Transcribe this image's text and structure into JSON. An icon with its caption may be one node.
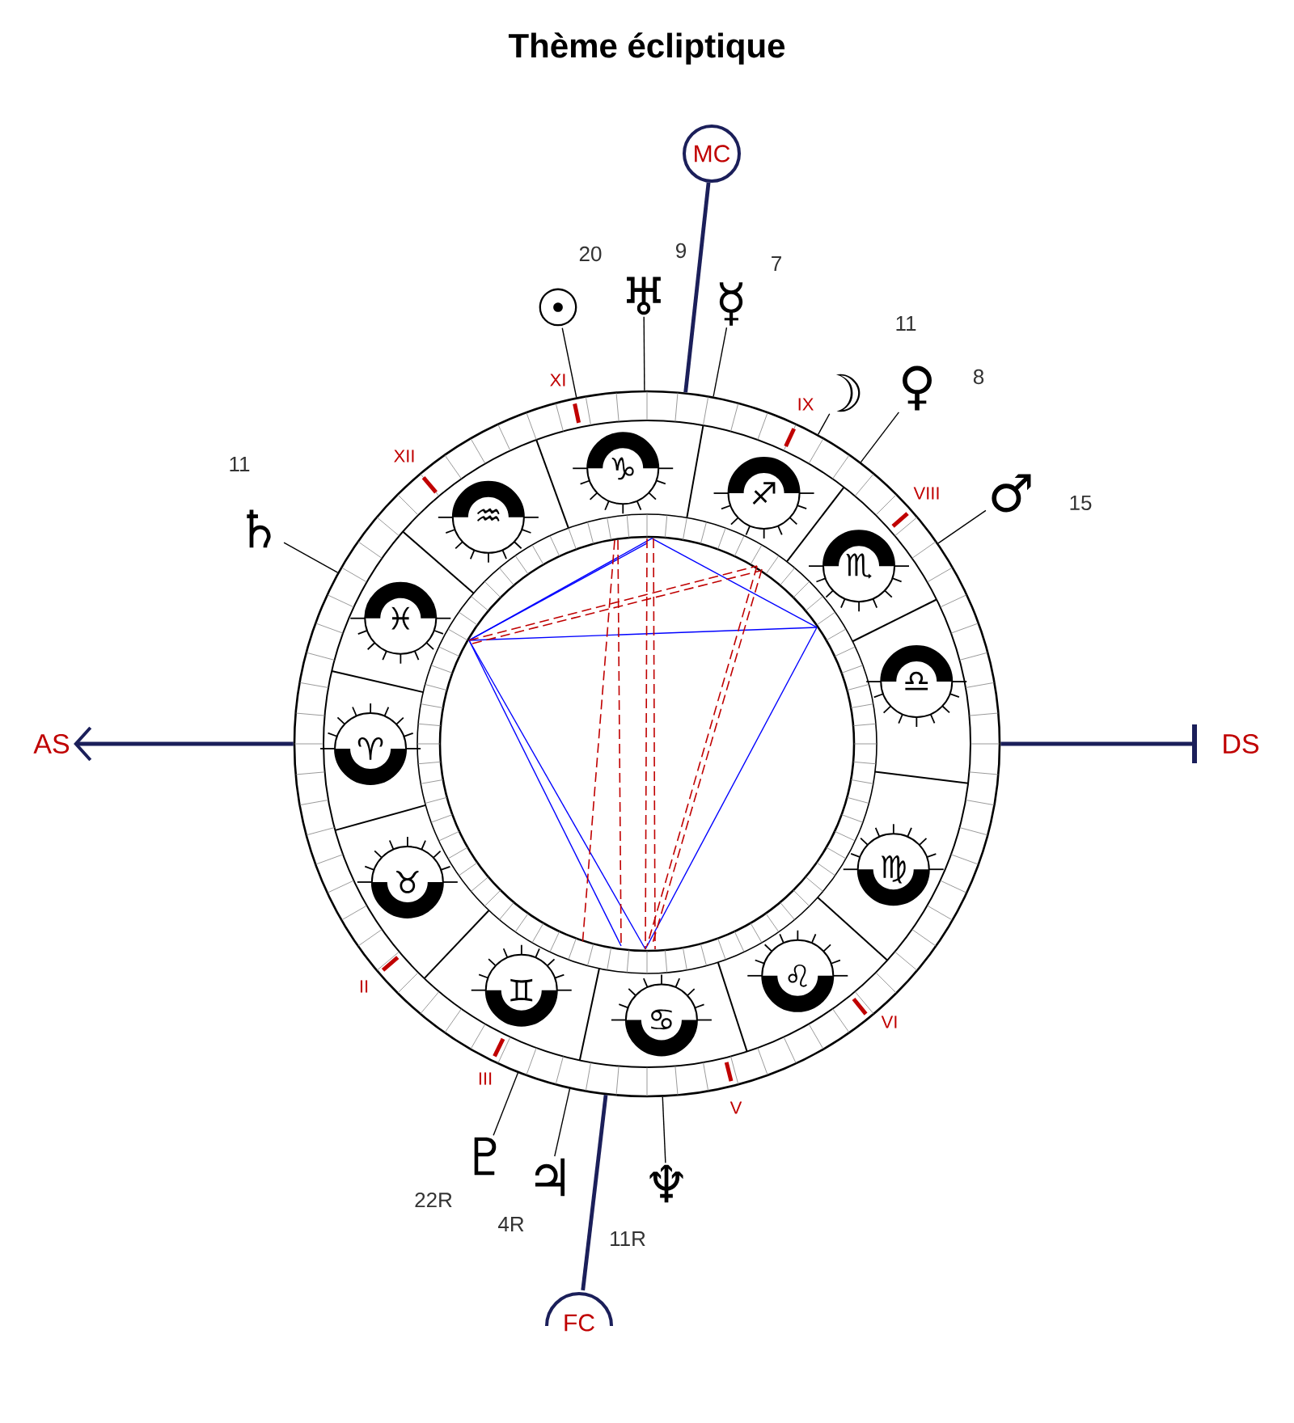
{
  "diagram": {
    "title": "Thème écliptique",
    "nodes": [
      {
        "text": [
          "MC"
        ]
      },
      {
        "text": [
          "☉"
        ],
        "beside": [
          "20"
        ]
      },
      {
        "text": [
          "♅"
        ],
        "beside": [
          "9"
        ]
      },
      {
        "text": [
          "☿"
        ],
        "beside": [
          "7"
        ]
      },
      {
        "text": [
          "☽"
        ],
        "beside": [
          "11"
        ]
      },
      {
        "text": [
          "♀"
        ],
        "beside": [
          "8"
        ]
      },
      {
        "text": [
          "♂"
        ],
        "beside": [
          "15"
        ]
      },
      {
        "text": [
          "♄"
        ],
        "beside": [
          "11"
        ]
      },
      {
        "text": [
          "AS"
        ]
      },
      {
        "text": [],
        "shape": "circle"
      },
      {
        "text": [
          "♑"
        ],
        "in": 9
      },
      {
        "text": [
          "♐"
        ],
        "in": 9
      },
      {
        "text": [
          "♒"
        ],
        "in": 9
      },
      {
        "text": [
          "♏"
        ],
        "in": 9
      },
      {
        "text": [
          "♓"
        ],
        "in": 9
      },
      {
        "text": [
          "♎"
        ],
        "in": 9
      },
      {
        "text": [
          "♈"
        ],
        "in": 9
      },
      {
        "text": [
          "♍"
        ],
        "in": 9
      },
      {
        "text": [
          "♉"
        ],
        "in": 9
      },
      {
        "text": [
          "♌"
        ],
        "in": 9
      },
      {
        "text": [
          "♊"
        ],
        "in": 9
      },
      {
        "text": [
          "♋"
        ],
        "in": 9
      },
      {
        "text": [
          "DS"
        ]
      },
      {
        "text": [
          "♇"
        ],
        "beside": [
          "22R"
        ]
      },
      {
        "text": [
          "♃"
        ],
        "beside": [
          "4R"
        ]
      },
      {
        "text": [
          "♆"
        ],
        "beside": [
          "11R"
        ]
      },
      {
        "text": [
          "FC"
        ]
      }
    ],
    "edges": [
      {
        "from": 0,
        "to": 9,
        "arrow": "none",
        "style": "thick",
        "color": "#1b1f5a"
      },
      {
        "from": 1,
        "to": 9,
        "arrow": "none"
      },
      {
        "from": 2,
        "to": 9,
        "arrow": "none"
      },
      {
        "from": 3,
        "to": 9,
        "arrow": "none"
      },
      {
        "from": 4,
        "to": 9,
        "arrow": "none"
      },
      {
        "from": 5,
        "to": 9,
        "arrow": "none"
      },
      {
        "from": 6,
        "to": 9,
        "arrow": "none"
      },
      {
        "from": 7,
        "to": 9,
        "arrow": "none"
      },
      {
        "from": 9,
        "to": 8,
        "arrow": "to",
        "style": "thick",
        "color": "#1b1f5a"
      },
      {
        "from": 9,
        "to": 22,
        "arrow": "other",
        "style": "thick",
        "color": "#1b1f5a"
      },
      {
        "from": 23,
        "to": 9,
        "arrow": "none"
      },
      {
        "from": 24,
        "to": 9,
        "arrow": "none"
      },
      {
        "from": 25,
        "to": 9,
        "arrow": "none"
      },
      {
        "from": 26,
        "to": 9,
        "arrow": "none",
        "style": "thick",
        "color": "#1b1f5a"
      }
    ],
    "labels": [
      "XI",
      "IX",
      "XII",
      "VIII",
      "II",
      "VI",
      "III",
      "V"
    ]
  }
}
